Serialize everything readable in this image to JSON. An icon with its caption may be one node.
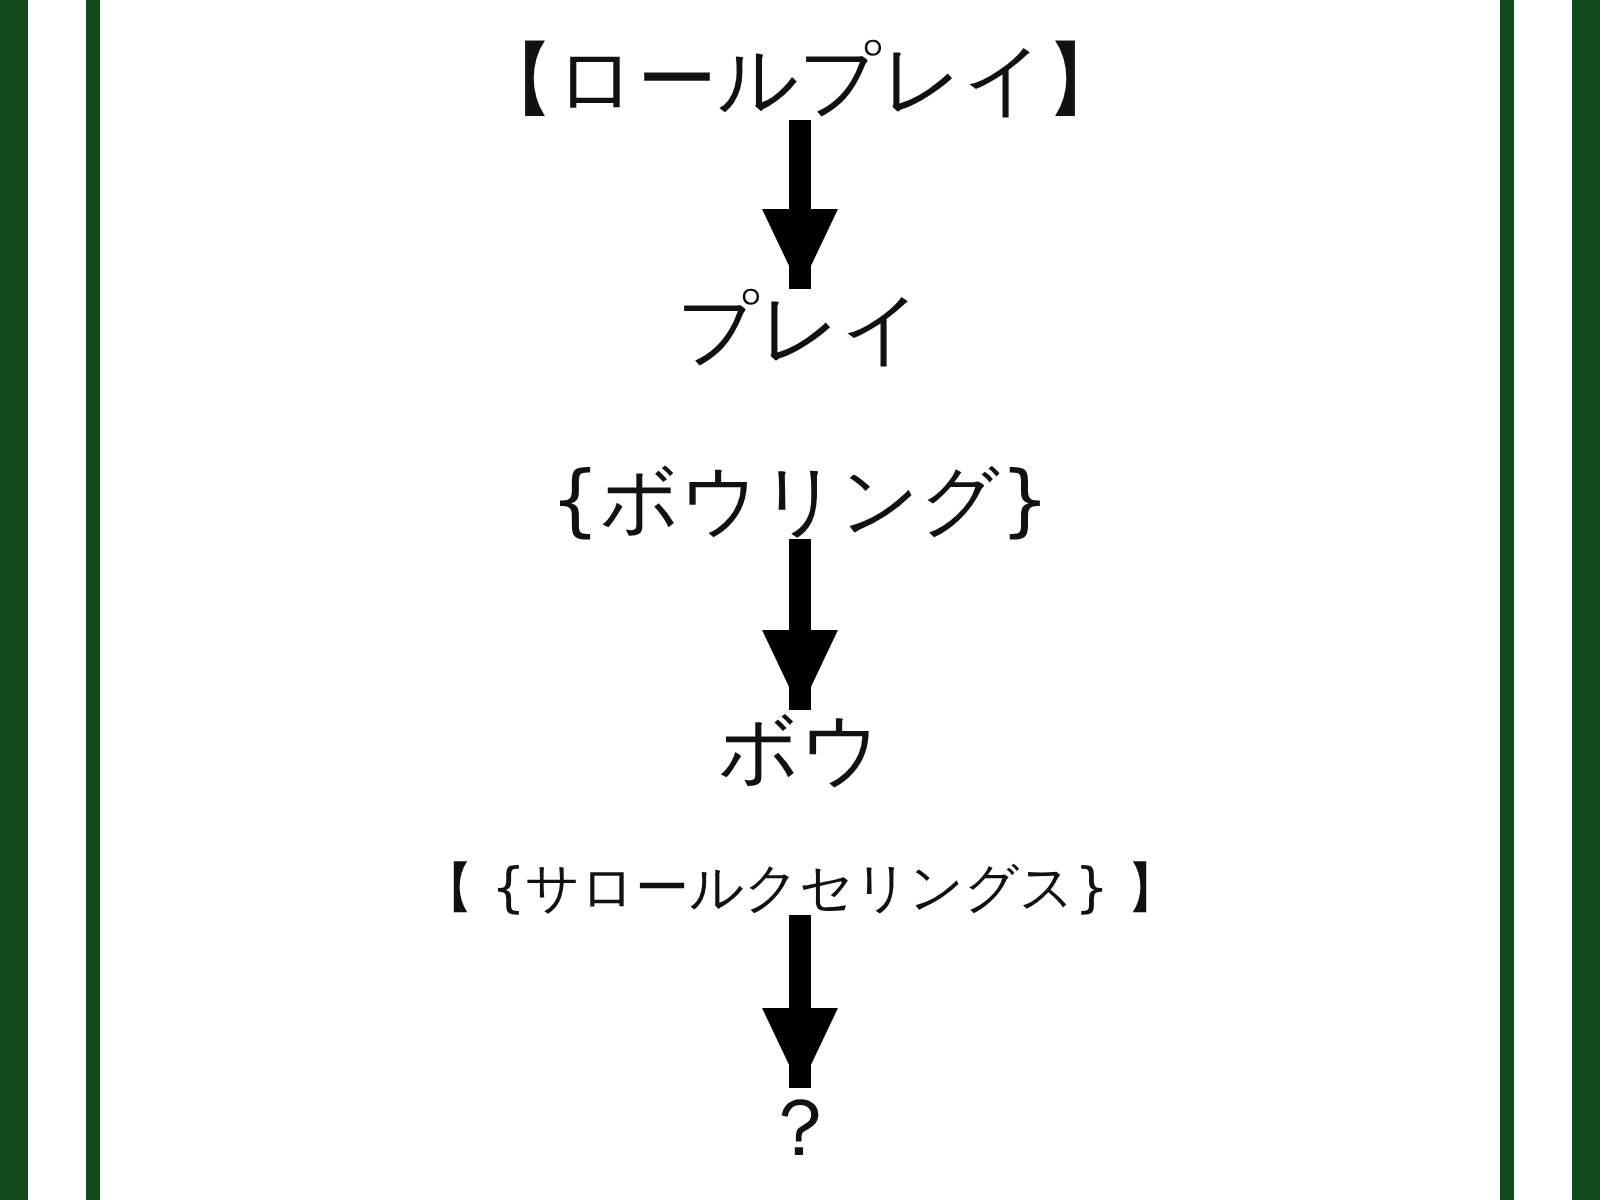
{
  "diagram": {
    "nodes": [
      {
        "text": [
          "【ロールプレイ】"
        ]
      },
      {
        "text": [
          "プレイ"
        ]
      },
      {
        "text": [
          "{ボウリング}"
        ]
      },
      {
        "text": [
          "ボウ"
        ]
      },
      {
        "text": [
          "【 {サロールクセリングス} 】"
        ]
      },
      {
        "text": [
          "？"
        ]
      }
    ],
    "edges": [
      {
        "from": 0,
        "to": 1,
        "arrow": "to"
      },
      {
        "from": 2,
        "to": 3,
        "arrow": "to"
      },
      {
        "from": 4,
        "to": 5,
        "arrow": "to"
      }
    ]
  }
}
